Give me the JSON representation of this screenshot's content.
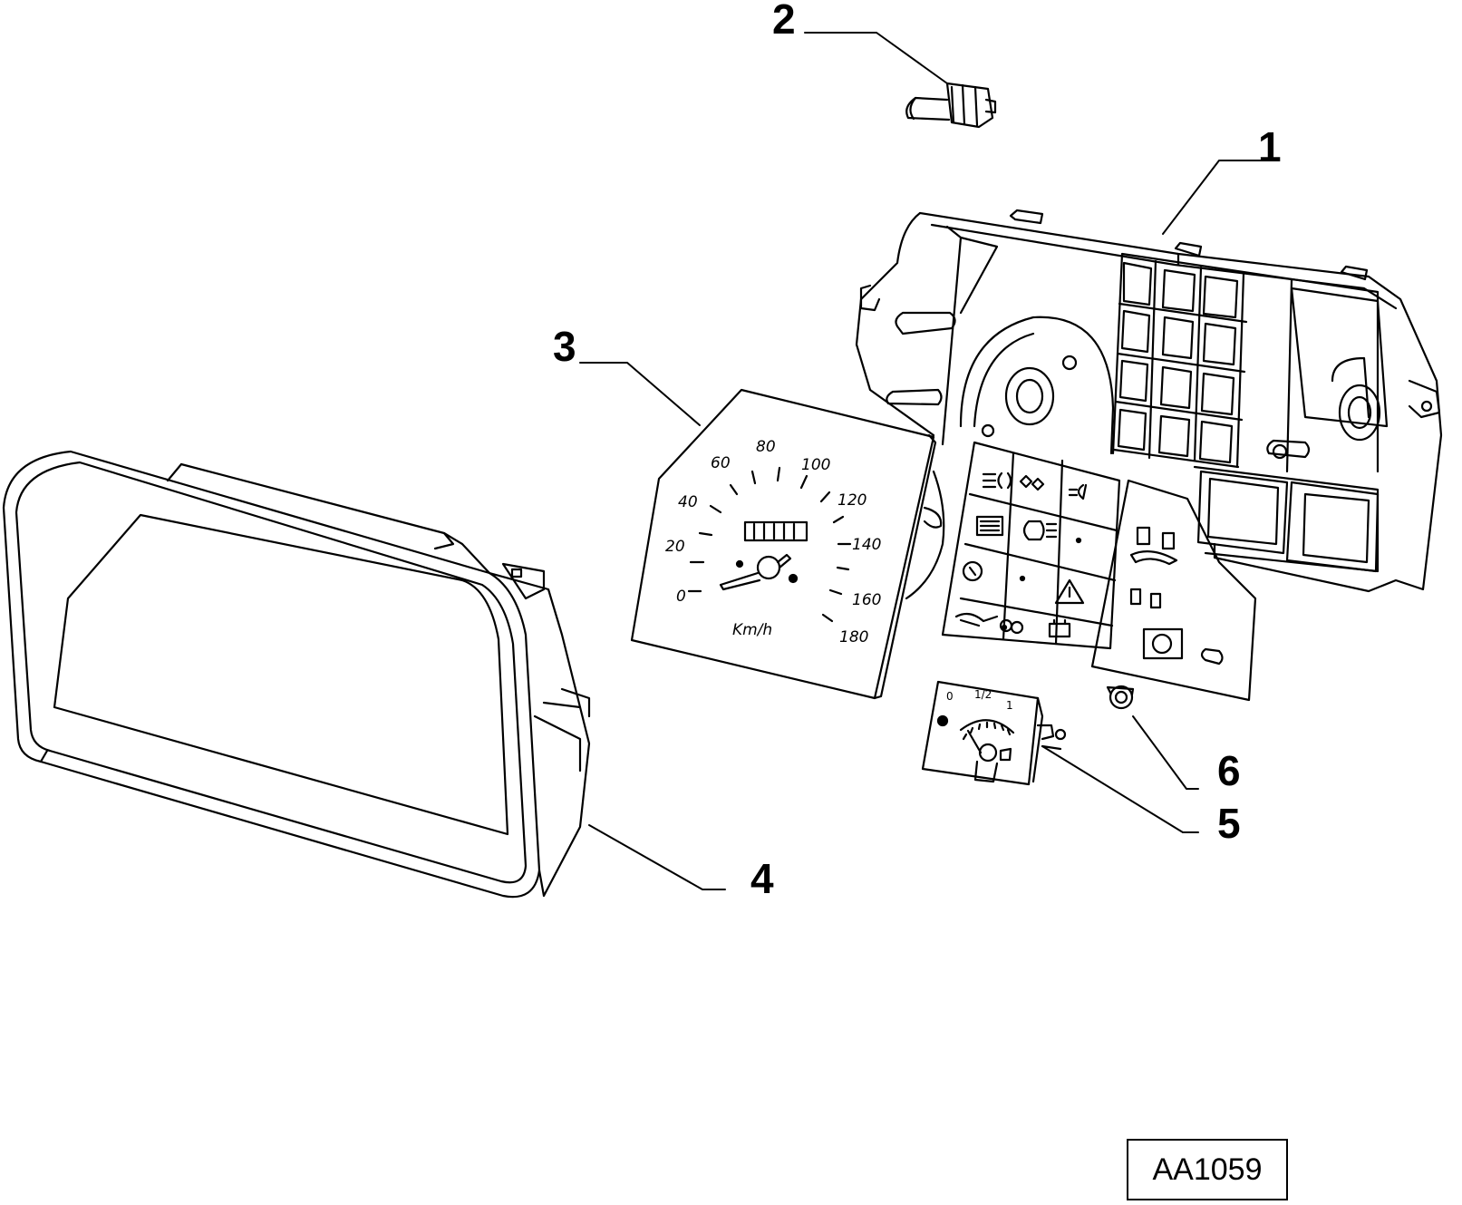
{
  "callouts": {
    "c1": "1",
    "c2": "2",
    "c3": "3",
    "c4": "4",
    "c5": "5",
    "c6": "6"
  },
  "speedometer": {
    "scale": [
      "0",
      "20",
      "40",
      "60",
      "80",
      "100",
      "120",
      "140",
      "160",
      "180"
    ],
    "unit": "Km/h"
  },
  "fuel_gauge": {
    "empty": "0",
    "half": "1/2",
    "full": "1"
  },
  "reference_code": "AA1059",
  "colors": {
    "ink": "#000000",
    "paper": "#ffffff"
  }
}
